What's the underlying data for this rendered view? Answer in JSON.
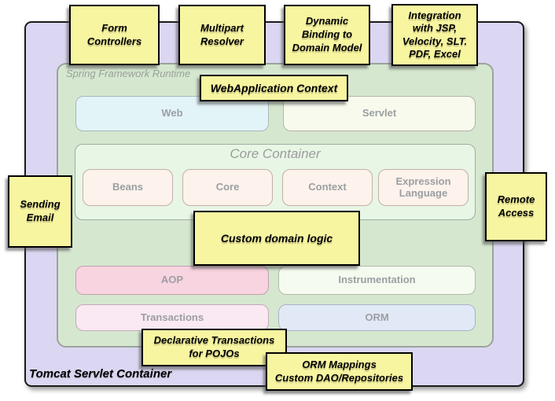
{
  "colors": {
    "outer_purple": "#dbd7f2",
    "runtime_green": "#d6e7cf",
    "core_container_green": "#e8f6e6",
    "web": "#e3f4f8",
    "servlet": "#f8faee",
    "core_module": "#fdf2ec",
    "aop": "#f8d3e0",
    "instrumentation": "#f6fbef",
    "transactions": "#fae8f3",
    "orm": "#e2e9f6",
    "note_yellow": "#f8f5a1"
  },
  "containers": {
    "tomcat_label": "Tomcat Servlet Container",
    "runtime_label": "Spring Framework Runtime",
    "core_container_title": "Core Container"
  },
  "modules": {
    "web": "Web",
    "servlet": "Servlet",
    "beans": "Beans",
    "core": "Core",
    "context": "Context",
    "expression_language": "Expression\nLanguage",
    "aop": "AOP",
    "instrumentation": "Instrumentation",
    "transactions": "Transactions",
    "orm": "ORM"
  },
  "notes": {
    "form_controllers": "Form\nControllers",
    "multipart_resolver": "Multipart\nResolver",
    "dynamic_binding": "Dynamic\nBinding to\nDomain Model",
    "integration": "Integration\nwith JSP,\nVelocity, SLT.\nPDF, Excel",
    "webapplication_context": "WebApplication Context",
    "custom_domain_logic": "Custom domain logic",
    "sending_email": "Sending\nEmail",
    "remote_access": "Remote\nAccess",
    "declarative_transactions": "Declarative Transactions\nfor POJOs",
    "orm_mappings": "ORM Mappings\nCustom DAO/Repositories"
  }
}
